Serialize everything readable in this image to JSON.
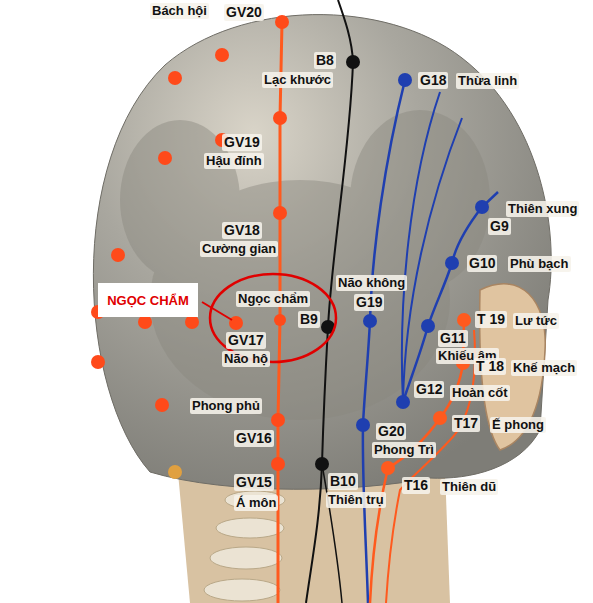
{
  "diagram": {
    "nodes": [
      {
        "text": [
          "NGỌC CHẨM"
        ]
      }
    ],
    "labels": [
      "Bách hội",
      "GV20",
      "B8",
      "Lạc khước",
      "G18",
      "Thừa linh",
      "GV19",
      "Hậu đính",
      "Thiên xung",
      "G9",
      "GV18",
      "Cường gian",
      "G10",
      "Phù bạch",
      "Não không",
      "G19",
      "Ngọc chẩm",
      "B9",
      "T 19",
      "Lư tức",
      "GV17",
      "Não hộ",
      "G11",
      "Khiếu âm",
      "T 18",
      "Khế mạch",
      "G12",
      "Hoàn cốt",
      "Phong phủ",
      "T17",
      "Ế phong",
      "GV16",
      "G20",
      "Phong Trì",
      "GV15",
      "B10",
      "Thiên trụ",
      "T16",
      "Thiên dũ",
      "Á môn"
    ]
  }
}
